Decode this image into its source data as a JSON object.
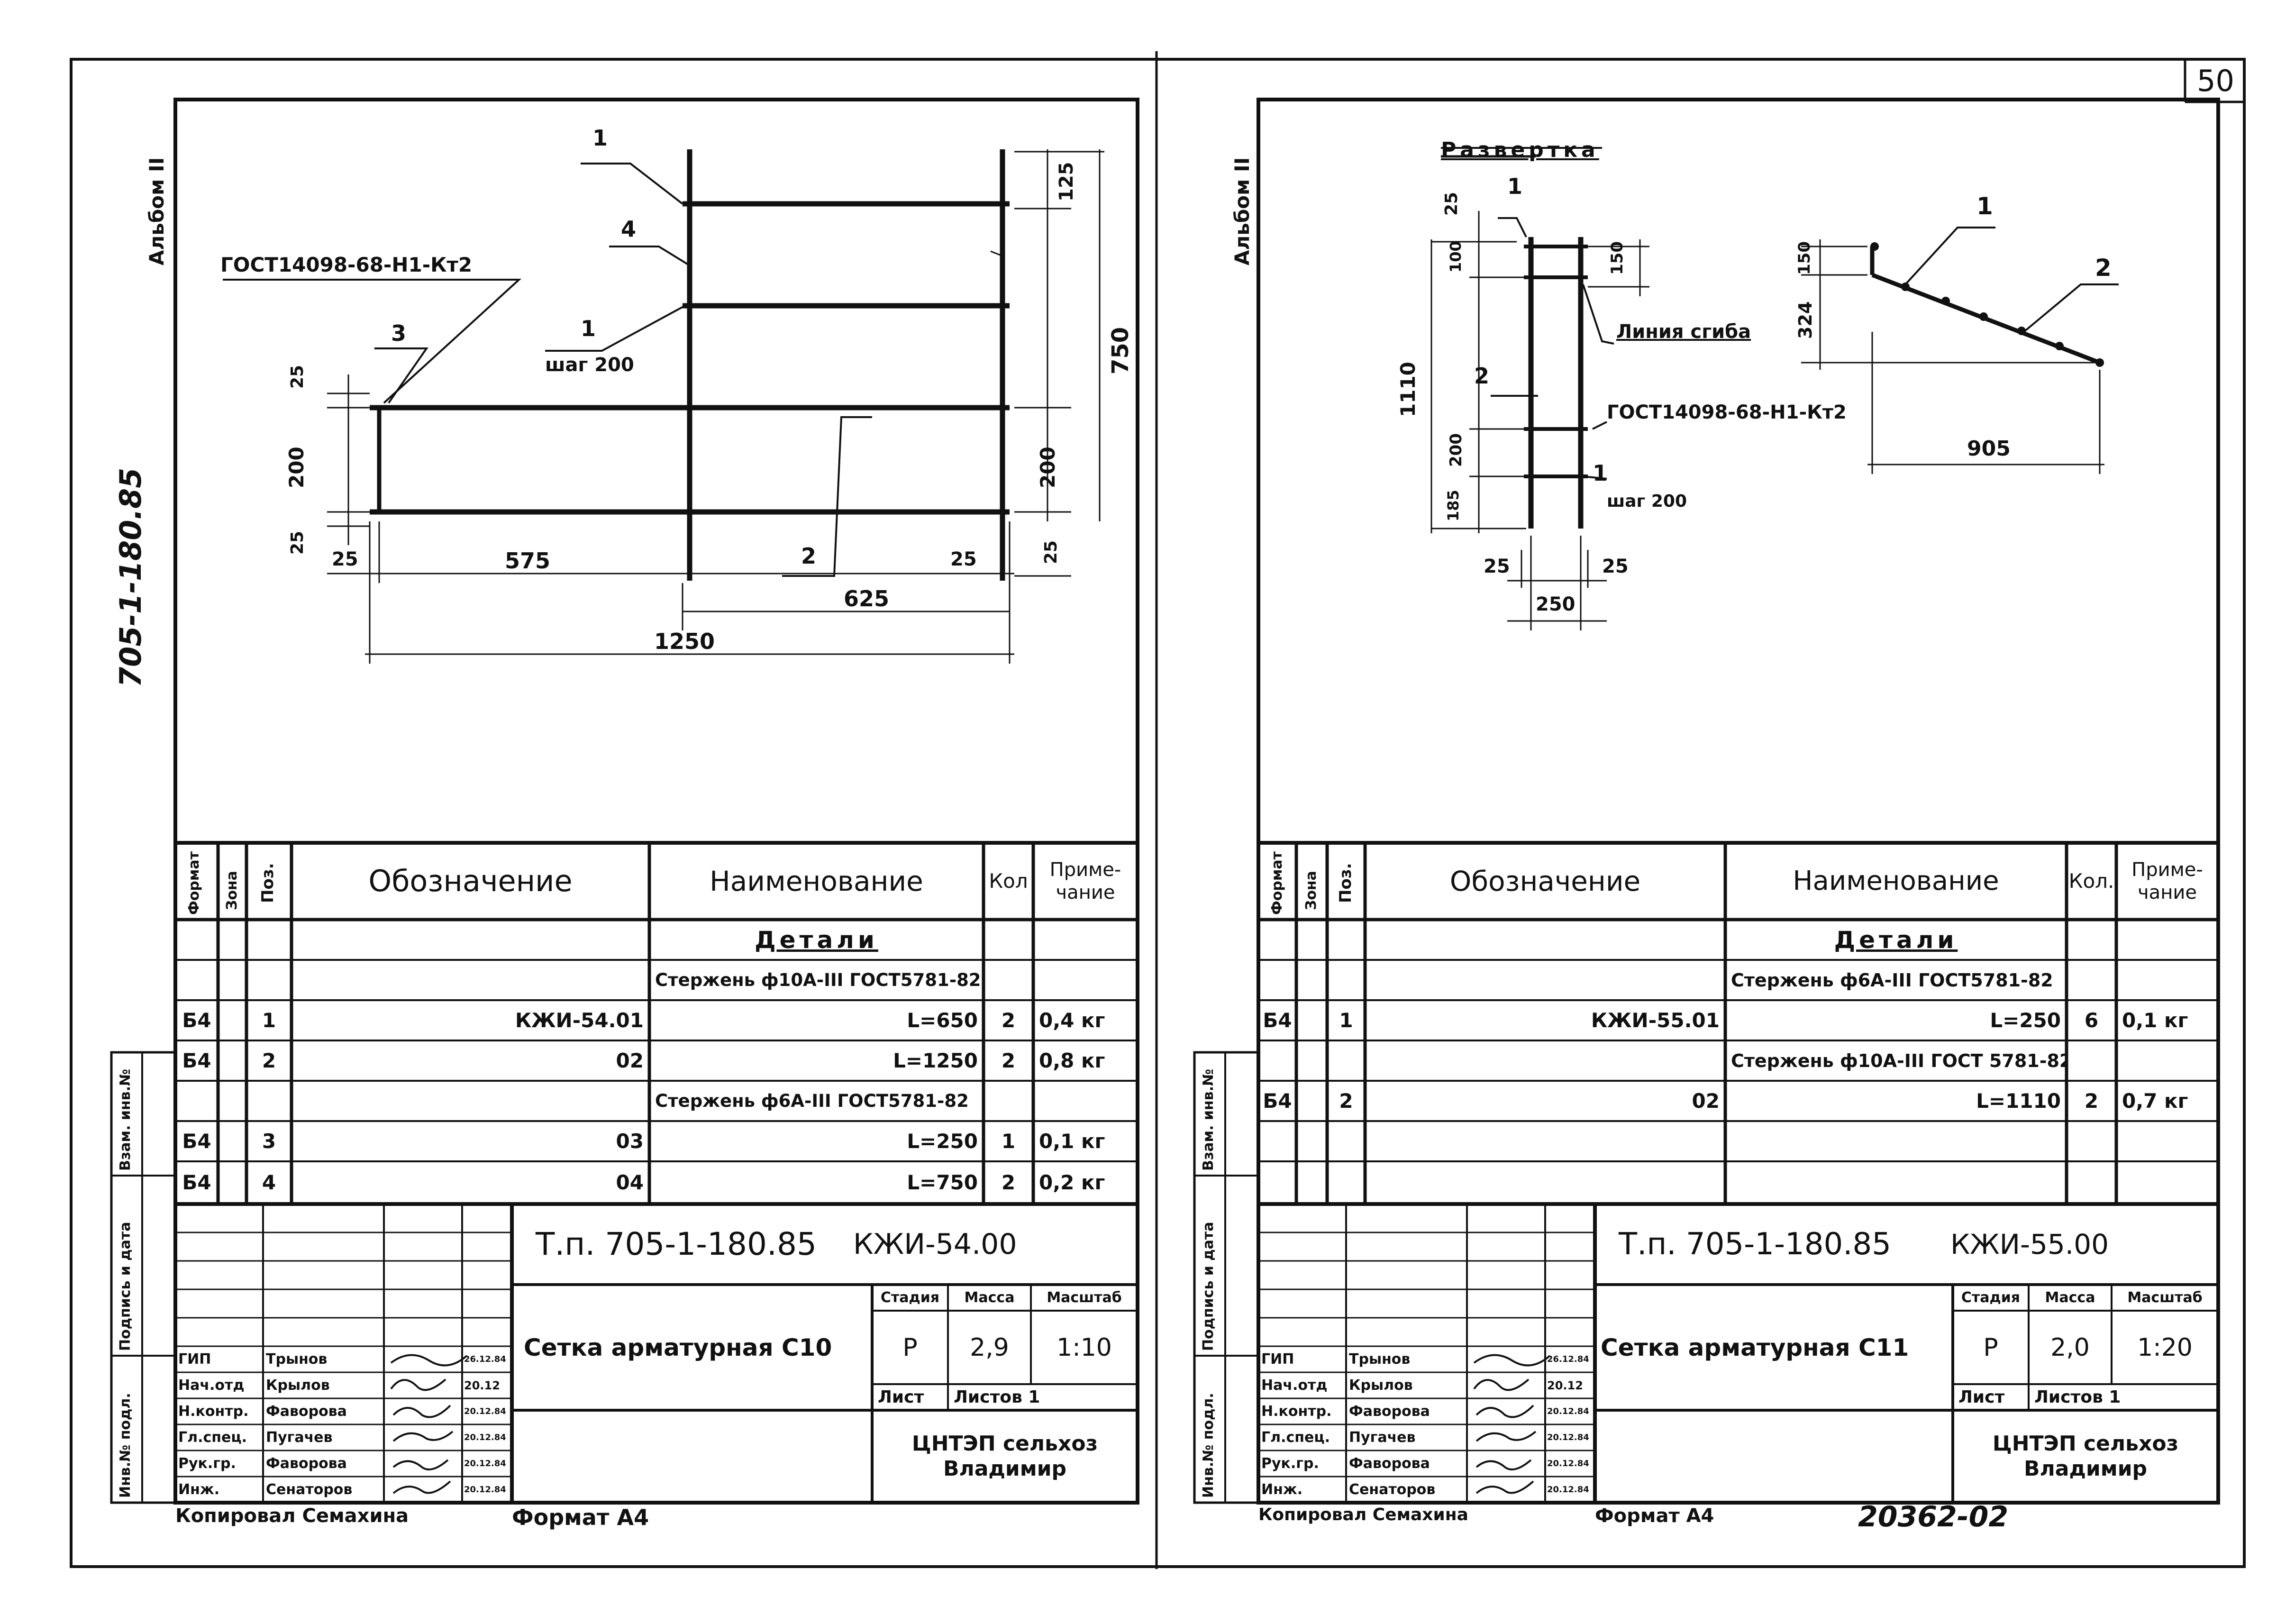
{
  "sheet_number": "50",
  "archive_number": "20362-02",
  "left": {
    "album_label": "Альбом II",
    "project_code": "705-1-180.85",
    "drawing": {
      "gost": "ГОСТ14098-68-Н1-Кт2",
      "pos": [
        "1",
        "4",
        "1",
        "3",
        "2"
      ],
      "step": "шаг 200",
      "dims": [
        "125",
        "750",
        "25",
        "200",
        "25",
        "200",
        "25",
        "25",
        "575",
        "25",
        "625",
        "1250"
      ]
    },
    "headers": {
      "format": "Формат",
      "zone": "Зона",
      "pos": "Поз.",
      "designation": "Обозначение",
      "name": "Наименование",
      "qty": "Кол",
      "note": "Приме-чание"
    },
    "section": "Детали",
    "rows": [
      {
        "name": "Стержень ф10А-III ГОСТ5781-82"
      },
      {
        "format": "Б4",
        "pos": "1",
        "designation": "КЖИ-54.01",
        "name": "L=650",
        "qty": "2",
        "note": "0,4 кг"
      },
      {
        "format": "Б4",
        "pos": "2",
        "designation": "02",
        "name": "L=1250",
        "qty": "2",
        "note": "0,8 кг"
      },
      {
        "name": "Стержень ф6А-III ГОСТ5781-82"
      },
      {
        "format": "Б4",
        "pos": "3",
        "designation": "03",
        "name": "L=250",
        "qty": "1",
        "note": "0,1 кг"
      },
      {
        "format": "Б4",
        "pos": "4",
        "designation": "04",
        "name": "L=750",
        "qty": "2",
        "note": "0,2 кг"
      }
    ],
    "side_labels": [
      "Взам. инв.№",
      "Подпись и дата",
      "Инв.№ подл."
    ],
    "title_block": {
      "project": "Т.п. 705-1-180.85",
      "code": "КЖИ-54.00",
      "title": "Сетка арматурная  С10",
      "stage_label": "Стадия",
      "mass_label": "Масса",
      "scale_label": "Масштаб",
      "stage": "Р",
      "mass": "2,9",
      "scale": "1:10",
      "sheet_label": "Лист",
      "sheets_label": "Листов 1",
      "org": "ЦНТЭП сельхоз Владимир",
      "signers": [
        {
          "role": "ГИП",
          "name": "Трынов",
          "date": "26.12.84"
        },
        {
          "role": "Нач.отд",
          "name": "Крылов",
          "date": "20.12"
        },
        {
          "role": "Н.контр.",
          "name": "Фаворова",
          "date": "20.12.84"
        },
        {
          "role": "Гл.спец.",
          "name": "Пугачев",
          "date": "20.12.84"
        },
        {
          "role": "Рук.гр.",
          "name": "Фаворова",
          "date": "20.12.84"
        },
        {
          "role": "Инж.",
          "name": "Сенаторов",
          "date": "20.12.84"
        }
      ]
    },
    "footer_copied": "Копировал Семахина",
    "footer_format": "Формат  А4"
  },
  "right": {
    "album_label": "Альбом II",
    "drawing": {
      "title": "Развертка",
      "pos": [
        "1",
        "2",
        "1",
        "1",
        "2"
      ],
      "bend_line": "Линия сгиба",
      "gost": "ГОСТ14098-68-Н1-Кт2",
      "step": "шаг 200",
      "dims": [
        "25",
        "100",
        "150",
        "1110",
        "200",
        "185",
        "25",
        "25",
        "250",
        "150",
        "324",
        "905"
      ]
    },
    "headers": {
      "format": "Формат",
      "zone": "Зона",
      "pos": "Поз.",
      "designation": "Обозначение",
      "name": "Наименование",
      "qty": "Кол.",
      "note": "Приме-чание"
    },
    "section": "Детали",
    "rows": [
      {
        "name": "Стержень ф6А-III ГОСТ5781-82"
      },
      {
        "format": "Б4",
        "pos": "1",
        "designation": "КЖИ-55.01",
        "name": "L=250",
        "qty": "6",
        "note": "0,1 кг"
      },
      {
        "name": "Стержень ф10А-III ГОСТ 5781-82"
      },
      {
        "format": "Б4",
        "pos": "2",
        "designation": "02",
        "name": "L=1110",
        "qty": "2",
        "note": "0,7 кг"
      }
    ],
    "side_labels": [
      "Взам. инв.№",
      "Подпись и дата",
      "Инв.№ подл."
    ],
    "title_block": {
      "project": "Т.п. 705-1-180.85",
      "code": "КЖИ-55.00",
      "title": "Сетка арматурная  С11",
      "stage_label": "Стадия",
      "mass_label": "Масса",
      "scale_label": "Масштаб",
      "stage": "Р",
      "mass": "2,0",
      "scale": "1:20",
      "sheet_label": "Лист",
      "sheets_label": "Листов 1",
      "org": "ЦНТЭП сельхоз Владимир",
      "signers": [
        {
          "role": "ГИП",
          "name": "Трынов",
          "date": "26.12.84"
        },
        {
          "role": "Нач.отд",
          "name": "Крылов",
          "date": "20.12"
        },
        {
          "role": "Н.контр.",
          "name": "Фаворова",
          "date": "20.12.84"
        },
        {
          "role": "Гл.спец.",
          "name": "Пугачев",
          "date": "20.12.84"
        },
        {
          "role": "Рук.гр.",
          "name": "Фаворова",
          "date": "20.12.84"
        },
        {
          "role": "Инж.",
          "name": "Сенаторов",
          "date": "20.12.84"
        }
      ]
    },
    "footer_copied": "Копировал Семахина",
    "footer_format": "Формат  А4"
  }
}
